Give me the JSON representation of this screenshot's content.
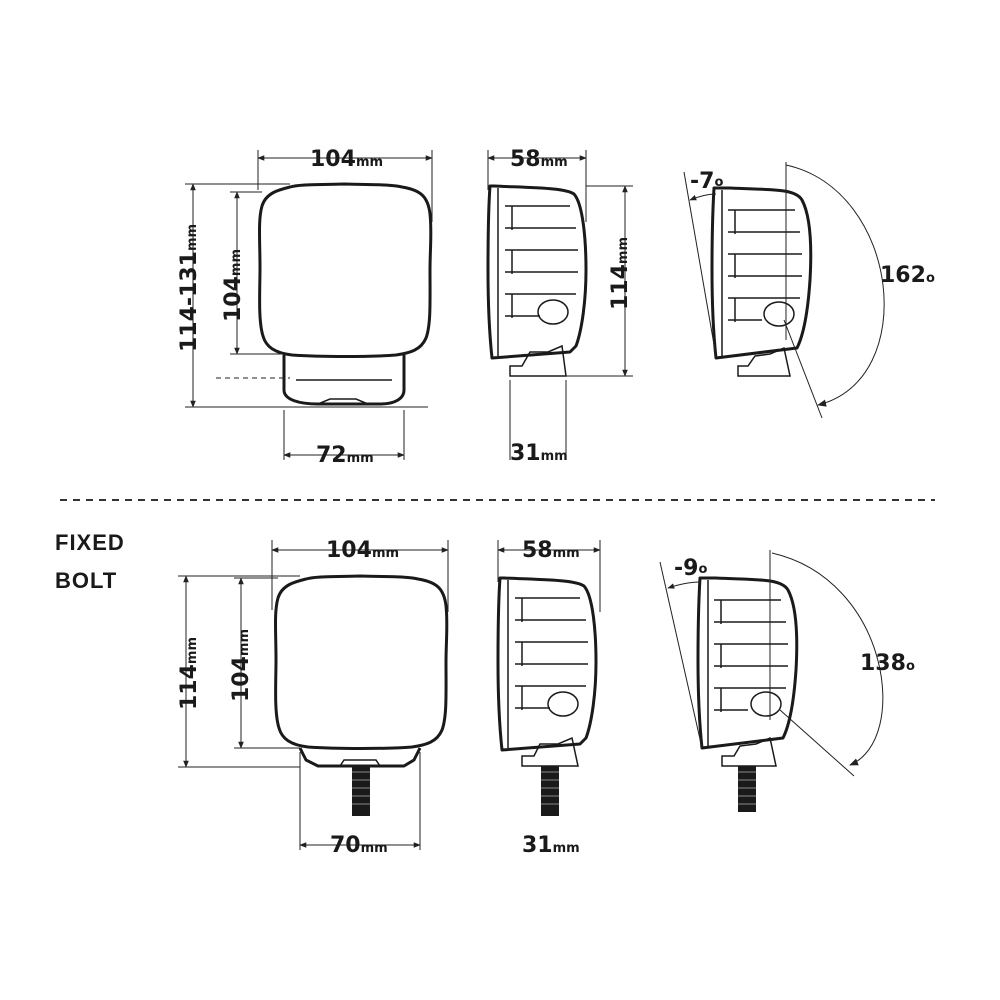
{
  "top": {
    "front": {
      "width": "104",
      "height_inner": "104",
      "height_range": "114-131",
      "bracket": "72",
      "unit": "mm"
    },
    "side": {
      "depth": "58",
      "height": "114",
      "mount": "31",
      "unit": "mm"
    },
    "angle": {
      "tilt": "-7",
      "sweep": "162",
      "deg": "o"
    }
  },
  "bottom": {
    "section_label_1": "FIXED",
    "section_label_2": "BOLT",
    "front": {
      "width": "104",
      "height_inner": "104",
      "height": "114",
      "bolt": "70",
      "unit": "mm"
    },
    "side": {
      "depth": "58",
      "mount": "31",
      "unit": "mm"
    },
    "angle": {
      "tilt": "-9",
      "sweep": "138",
      "deg": "o"
    }
  },
  "colors": {
    "ink": "#1a1a1a",
    "background": "#ffffff"
  }
}
